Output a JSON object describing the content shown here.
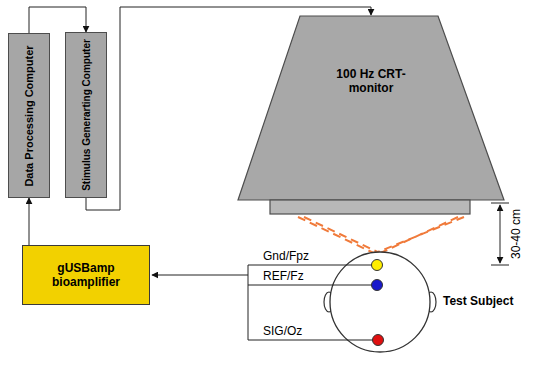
{
  "diagram": {
    "nodes": [
      {
        "text": [
          "Data Processing Computer"
        ]
      },
      {
        "text": [
          "Stimulus Generarting Computer"
        ]
      },
      {
        "text": [
          "100 Hz CRT-monitor"
        ]
      },
      {
        "text": [
          "gUSBamp bioamplifier"
        ]
      }
    ],
    "edges": [
      {
        "from": 0,
        "to": 1,
        "arrow": "to"
      },
      {
        "from": 1,
        "to": 2,
        "arrow": "to"
      },
      {
        "from": 3,
        "to": 0,
        "arrow": "to"
      }
    ],
    "labels": [
      "Gnd/Fpz",
      "REF/Fz",
      "SIG/Oz",
      "Test Subject",
      "30-40 cm"
    ]
  }
}
